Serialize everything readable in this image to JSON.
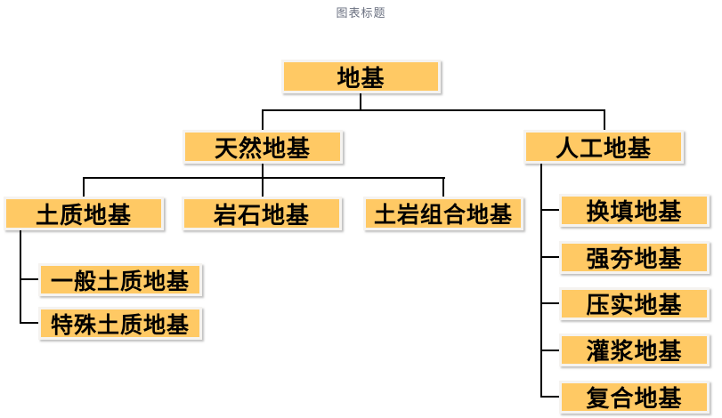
{
  "title": "图表标题",
  "colors": {
    "node_fill": "#FFC964",
    "node_border": "#F5F3F0",
    "node_text": "#000000",
    "connector": "#000000",
    "title_text": "#6A7080",
    "background": "#FFFFFF"
  },
  "nodes": {
    "root": {
      "label": "地基"
    },
    "natural": {
      "label": "天然地基"
    },
    "artificial": {
      "label": "人工地基"
    },
    "soil": {
      "label": "土质地基"
    },
    "rock": {
      "label": "岩石地基"
    },
    "soilrock": {
      "label": "土岩组合地基"
    },
    "generalsoil": {
      "label": "一般土质地基"
    },
    "specialsoil": {
      "label": "特殊土质地基"
    },
    "replacement": {
      "label": "换填地基"
    },
    "dynamic": {
      "label": "强夯地基"
    },
    "compaction": {
      "label": "压实地基"
    },
    "grouting": {
      "label": "灌浆地基"
    },
    "composite": {
      "label": "复合地基"
    }
  },
  "hierarchy": {
    "地基": {
      "天然地基": {
        "土质地基": [
          "一般土质地基",
          "特殊土质地基"
        ],
        "岩石地基": [],
        "土岩组合地基": []
      },
      "人工地基": [
        "换填地基",
        "强夯地基",
        "压实地基",
        "灌浆地基",
        "复合地基"
      ]
    }
  }
}
